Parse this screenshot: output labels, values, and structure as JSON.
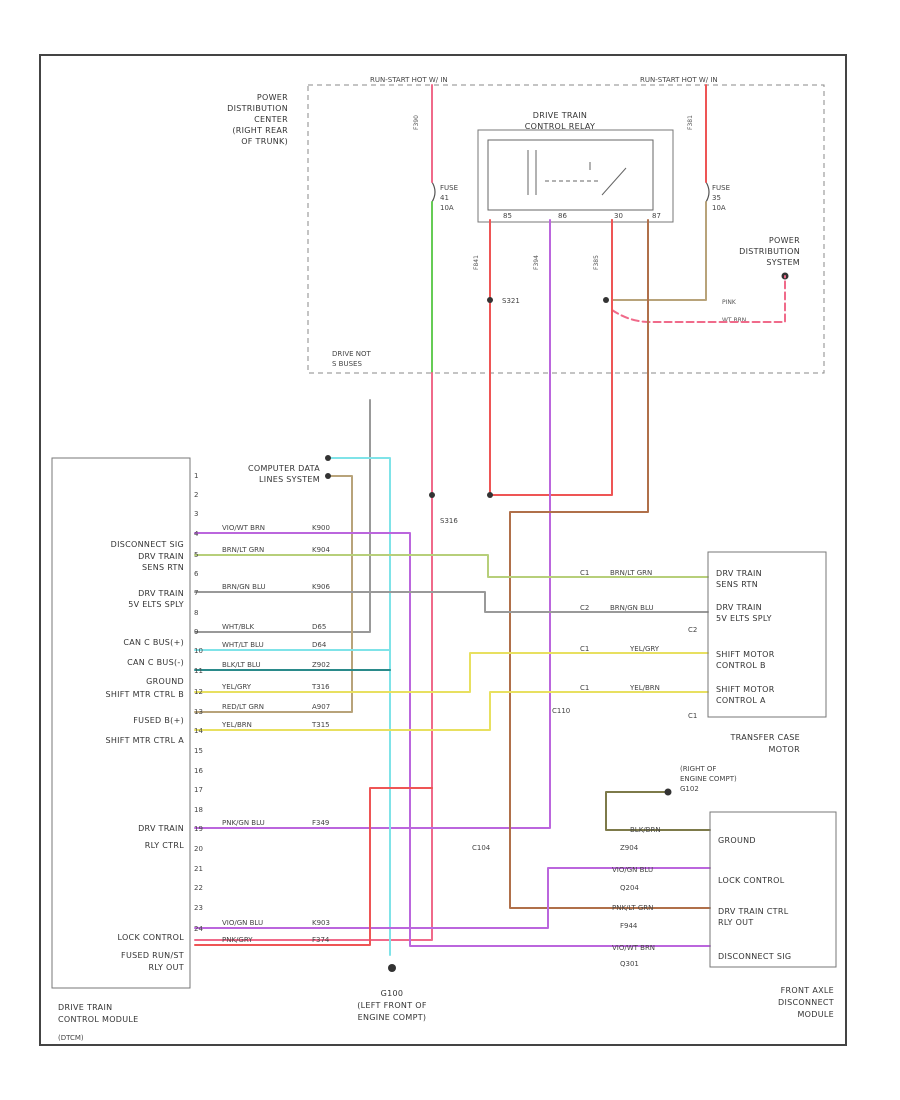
{
  "labels": {
    "pdc_name": [
      "POWER",
      "DISTRIBUTION",
      "CENTER",
      "(RIGHT REAR",
      "OF TRUNK)"
    ],
    "hot_run_start_left": "RUN-START HOT W/ IN",
    "hot_run_start_right": "RUN-START HOT W/ IN",
    "relay_name": [
      "DRIVE TRAIN",
      "CONTROL RELAY"
    ],
    "relay_pins": [
      "85",
      "86",
      "30",
      "87"
    ],
    "fuse_left": [
      "FUSE",
      "41",
      "10A"
    ],
    "fuse_right": [
      "FUSE",
      "35",
      "10A"
    ],
    "pds_name": [
      "POWER",
      "DISTRIBUTION",
      "SYSTEM"
    ],
    "pds_wire": [
      "PINK",
      "WT BRN"
    ],
    "splice_s321": "S321",
    "splice_s316": "S316",
    "pdc_connector": [
      "DRIVE NOT",
      "S BUSES"
    ],
    "cdl_system": [
      "COMPUTER DATA",
      "LINES SYSTEM"
    ],
    "dtcm_pins": [
      "1",
      "2",
      "3",
      "4",
      "5",
      "6",
      "7",
      "8",
      "9",
      "10",
      "11",
      "12",
      "13",
      "14",
      "15",
      "16",
      "17",
      "18",
      "19",
      "20",
      "21",
      "22",
      "23",
      "24"
    ],
    "dtcm_func": [
      "DISCONNECT SIG",
      "DRV TRAIN",
      "SENS RTN",
      "DRV TRAIN",
      "5V ELTS SPLY",
      "CAN C BUS(+)",
      "CAN C BUS(-)",
      "GROUND",
      "SHIFT MTR CTRL B",
      "FUSED B(+)",
      "SHIFT MTR CTRL A",
      "DRV TRAIN",
      "RLY CTRL",
      "LOCK CONTROL",
      "FUSED RUN/ST",
      "RLY OUT"
    ],
    "dtcm_wires": [
      {
        "color": "VIO/WT BRN",
        "circuit": "K900"
      },
      {
        "color": "BRN/LT GRN",
        "circuit": "K904"
      },
      {
        "color": "BRN/GN BLU",
        "circuit": "K906"
      },
      {
        "color": "WHT/BLK",
        "circuit": "D65"
      },
      {
        "color": "WHT/LT BLU",
        "circuit": "D64"
      },
      {
        "color": "BLK/LT BLU",
        "circuit": "Z902"
      },
      {
        "color": "YEL/GRY",
        "circuit": "T316"
      },
      {
        "color": "RED/LT GRN",
        "circuit": "A907"
      },
      {
        "color": "YEL/BRN",
        "circuit": "T315"
      },
      {
        "color": "PNK/GN BLU",
        "circuit": "F349"
      },
      {
        "color": "VIO/GN BLU",
        "circuit": "K903"
      },
      {
        "color": "PNK/GRY",
        "circuit": "F374"
      }
    ],
    "dtcm_name": [
      "DRIVE TRAIN",
      "CONTROL MODULE"
    ],
    "dtcm_note": "(DTCM)",
    "tc_pins": [
      "DRV TRAIN",
      "SENS RTN",
      "DRV TRAIN",
      "5V ELTS SPLY",
      "SHIFT MOTOR",
      "CONTROL B",
      "SHIFT MOTOR",
      "CONTROL A"
    ],
    "tc_wires": [
      {
        "connector": "C1",
        "color": "BRN/LT GRN"
      },
      {
        "connector": "C2",
        "color": "BRN/GN BLU"
      },
      {
        "connector": "C1",
        "color": "YEL/GRY"
      },
      {
        "connector": "C1",
        "color": "YEL/BRN"
      }
    ],
    "tc_side": [
      "C2",
      "C1"
    ],
    "tc_name": [
      "TRANSFER CASE",
      "MOTOR"
    ],
    "g_right": [
      "(RIGHT OF",
      "ENGINE COMPT)",
      "G102"
    ],
    "faxle_pins": [
      "GROUND",
      "LOCK CONTROL",
      "DRV TRAIN CTRL",
      "RLY OUT",
      "DISCONNECT SIG"
    ],
    "faxle_wires": [
      {
        "color": "BLK/BRN",
        "circuit": "Z904"
      },
      {
        "color": "VIO/GN BLU",
        "circuit": "Q204"
      },
      {
        "color": "PNK/LT GRN",
        "circuit": "F944"
      },
      {
        "color": "VIO/WT BRN",
        "circuit": "Q301"
      }
    ],
    "faxle_name": [
      "FRONT AXLE",
      "DISCONNECT",
      "MODULE"
    ],
    "g_left": [
      "G100",
      "(LEFT FRONT OF",
      "ENGINE COMPT)"
    ],
    "conn_c110": "C110",
    "conn_c104": "C104",
    "vert_codes": [
      "F390",
      "F381",
      "F841",
      "F394",
      "F385"
    ]
  },
  "colors": {
    "pink": "#f06a8a",
    "red": "#ee5555",
    "green": "#66cc55",
    "lightgreen": "#b7cf7a",
    "tan": "#b8a37a",
    "olive": "#7d7a4a",
    "violet": "#bb66dd",
    "cyan": "#7fe3e8",
    "teal": "#2a8a8a",
    "yellow": "#e8e060",
    "gray": "#999999",
    "darkgray": "#666666",
    "brown": "#b0704a",
    "orange": "#d8905a"
  }
}
